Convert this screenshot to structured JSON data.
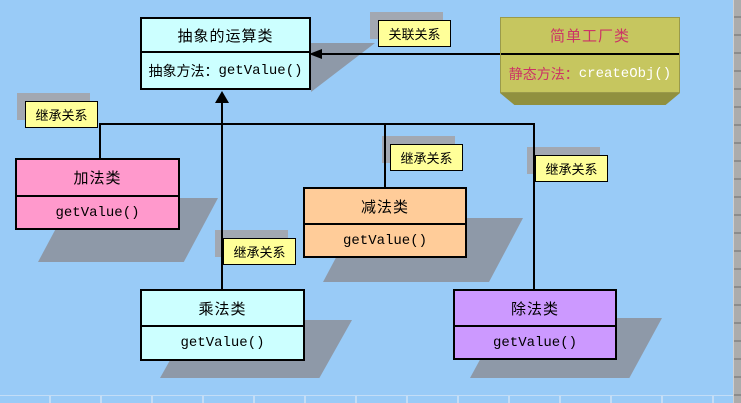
{
  "diagram": {
    "classes": {
      "abstract": {
        "title": "抽象的运算类",
        "method_prefix": "抽象方法：",
        "method_code": "getValue()"
      },
      "factory": {
        "title": "简单工厂类",
        "method_prefix": "静态方法：",
        "method_code": "createObj()"
      },
      "add": {
        "title": "加法类",
        "method_code": "getValue()"
      },
      "subtract": {
        "title": "减法类",
        "method_code": "getValue()"
      },
      "multiply": {
        "title": "乘法类",
        "method_code": "getValue()"
      },
      "divide": {
        "title": "除法类",
        "method_code": "getValue()"
      }
    },
    "labels": {
      "association": "关联关系",
      "inheritance": "继承关系"
    },
    "colors": {
      "canvas_background": "#99CBF7",
      "abstract_box_fill": "#CCFFFF",
      "factory_box_fill": "#C6C65F",
      "factory_bevel": "#90903F",
      "factory_text": "#CC3366",
      "factory_code_text": "#FFFFFF",
      "add_box_fill": "#FF99CC",
      "subtract_box_fill": "#FFCC99",
      "multiply_box_fill": "#CCFFFF",
      "divide_box_fill": "#CC99FF",
      "relation_label_fill": "#FFFF99",
      "shadow_gray": "#8E99A8",
      "line_color": "#000000"
    }
  }
}
